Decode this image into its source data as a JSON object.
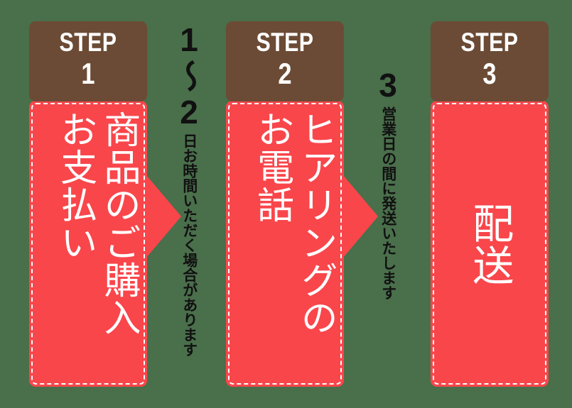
{
  "theme": {
    "background_color": "#4a6f4b",
    "header_color": "#6b4b35",
    "panel_color": "#f9464b",
    "panel_text_color": "#ffffff",
    "panel_border_color": "#ffffff",
    "connector_text_color": "#111111"
  },
  "steps": [
    {
      "step_word": "STEP",
      "step_number": "1",
      "body_text": "商品のご購入\nお支払い",
      "body_columns": [
        "商品のご購入",
        "お支払い"
      ],
      "has_arrow": true
    },
    {
      "step_word": "STEP",
      "step_number": "2",
      "body_text": "ヒアリングの\nお電話",
      "body_columns": [
        "ヒアリングの",
        "お電話"
      ],
      "has_arrow": true
    },
    {
      "step_word": "STEP",
      "step_number": "3",
      "body_text": "配送",
      "body_columns": [
        "配送"
      ],
      "has_arrow": false
    }
  ],
  "connectors": [
    {
      "number": "1〜2",
      "note": "日お時間いただく場合があります"
    },
    {
      "number": "3",
      "note": "営業日の間に発送いたします"
    }
  ]
}
